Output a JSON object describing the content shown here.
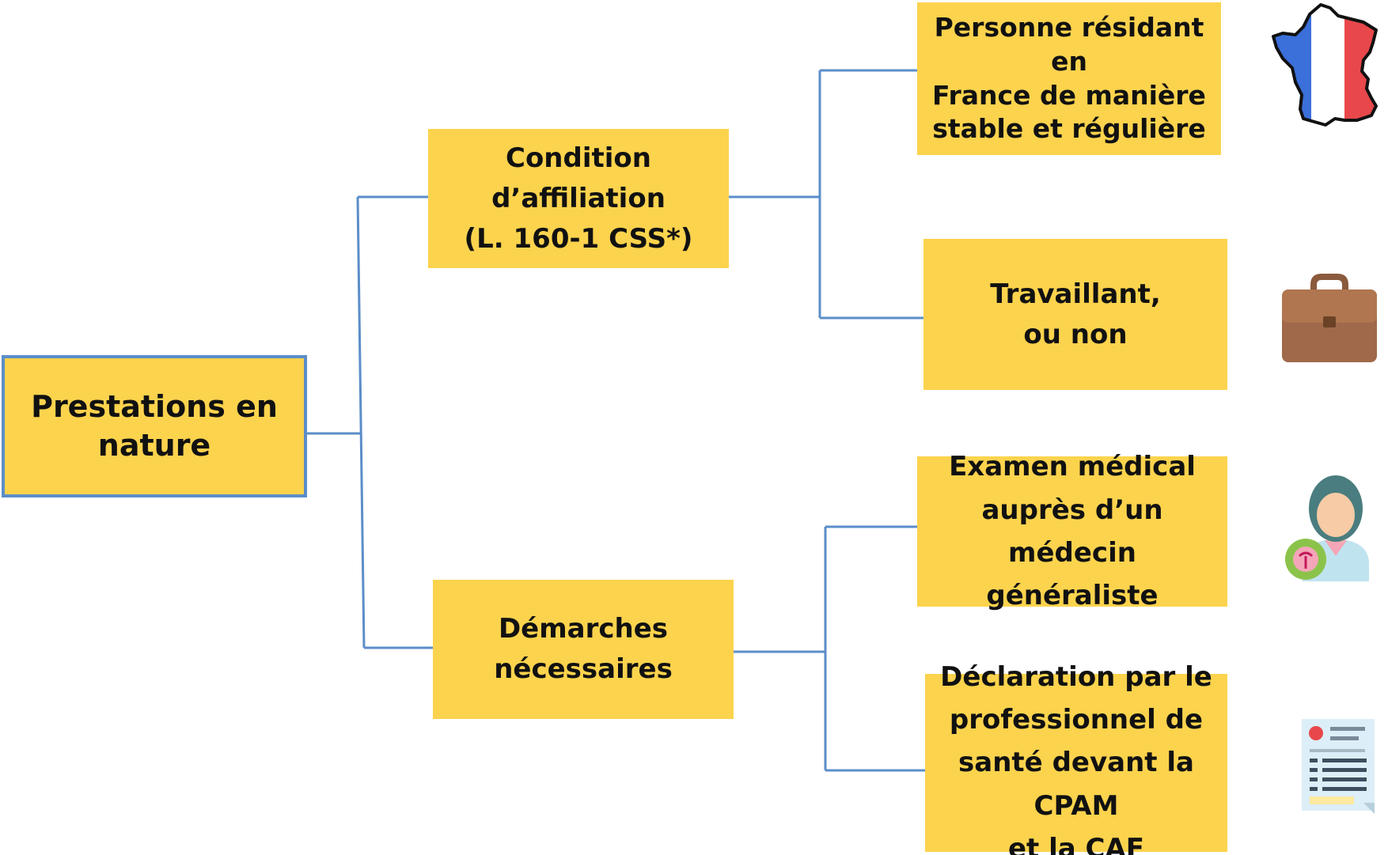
{
  "root": {
    "label": "Prestations en\nnature"
  },
  "branches": [
    {
      "label": "Condition\nd’affiliation\n(L. 160-1 CSS*)",
      "children": [
        {
          "label": "Personne résidant en\nFrance de manière\nstable et régulière",
          "icon": "france-map-icon"
        },
        {
          "label": "Travaillant,\nou non",
          "icon": "briefcase-icon"
        }
      ]
    },
    {
      "label": "Démarches\nnécessaires",
      "children": [
        {
          "label": "Examen médical\nauprès d’un médecin\ngénéraliste",
          "icon": "doctor-icon"
        },
        {
          "label": "Déclaration par le\nprofessionnel de\nsanté devant la CPAM\net la CAF",
          "icon": "document-icon"
        }
      ]
    }
  ],
  "colors": {
    "box_fill": "#fcd34d",
    "connector": "#5b8ec9",
    "root_border": "#5b8ec9"
  }
}
